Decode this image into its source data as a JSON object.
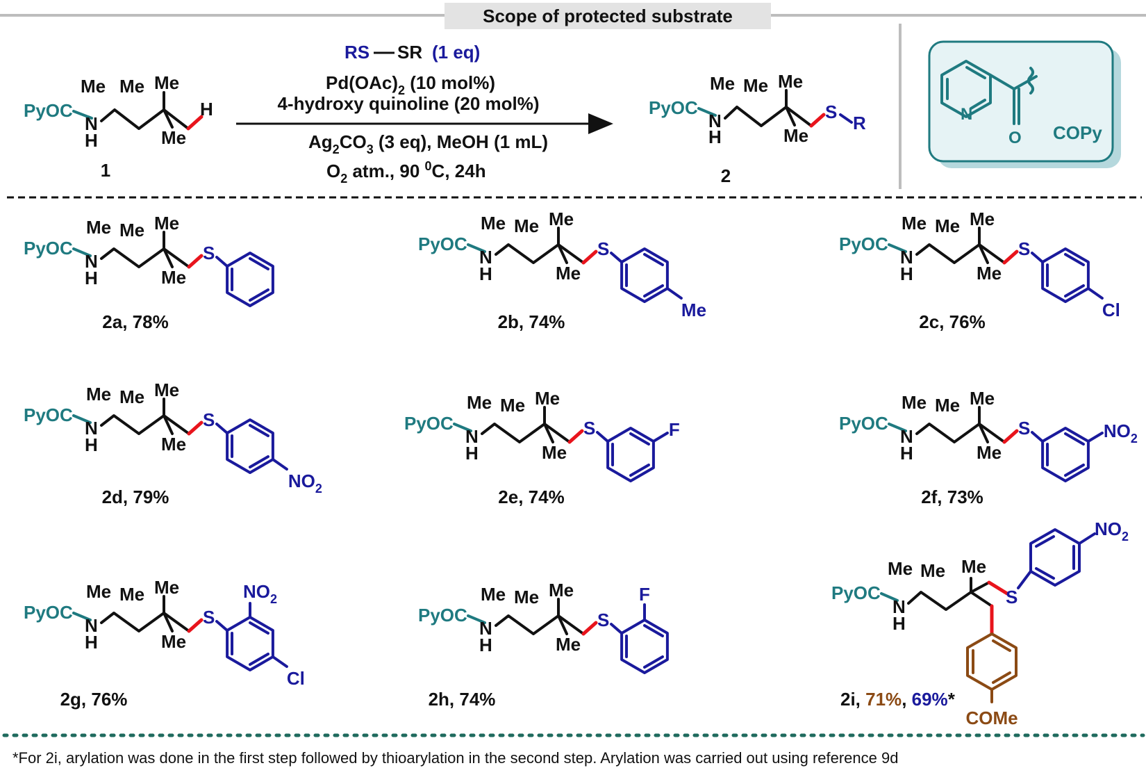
{
  "header": {
    "title": "Scope of protected substrate"
  },
  "reaction": {
    "reagent_rs": "RS",
    "reagent_sr": "SR",
    "reagent_eq": "(1 eq)",
    "cond1_main": "Pd(OAc)",
    "cond1_sub": "2",
    "cond1_tail": " (10 mol%)",
    "cond2": "4-hydroxy quinoline (20 mol%)",
    "cond3_main": "Ag",
    "cond3_sub1": "2",
    "cond3_mid": "CO",
    "cond3_sub2": "3",
    "cond3_tail": " (3 eq), MeOH (1 mL)",
    "cond4_main": "O",
    "cond4_sub": "2",
    "cond4_mid": " atm., 90 ",
    "cond4_sup": "0",
    "cond4_tail": "C, 24h",
    "sm_label": "1",
    "product_label": "2",
    "r_label": "R",
    "h_label": "H"
  },
  "legend_box": {
    "n_label": "N",
    "o_label": "O",
    "copy_label": "COPy"
  },
  "atoms": {
    "pyoc": "PyOC",
    "n": "N",
    "h": "H",
    "me": "Me",
    "s": "S",
    "f": "F",
    "cl": "Cl",
    "no2_main": "NO",
    "no2_sub": "2",
    "come": "COMe"
  },
  "compounds": [
    {
      "id": "2a",
      "yield": "2a, 78%"
    },
    {
      "id": "2b",
      "yield": "2b, 74%"
    },
    {
      "id": "2c",
      "yield": "2c, 76%"
    },
    {
      "id": "2d",
      "yield": "2d, 79%"
    },
    {
      "id": "2e",
      "yield": "2e, 74%"
    },
    {
      "id": "2f",
      "yield": "2f, 73%"
    },
    {
      "id": "2g",
      "yield": "2g, 76%"
    },
    {
      "id": "2h",
      "yield": "2h, 74%"
    },
    {
      "id": "2i",
      "label": "2i, ",
      "yield_a": "71%",
      "comma": ", ",
      "yield_b": "69%",
      "star": "*"
    }
  ],
  "footnote": "*For 2i, arylation was done in the first step followed by thioarylation in the second step. Arylation was carried out using reference 9d",
  "colors": {
    "teal": "#1f7a80",
    "blue": "#1a1a9c",
    "red": "#e8141c",
    "brown": "#8b4a14",
    "box_fill": "#e6f3f5",
    "box_shadow": "#b5d8dd"
  }
}
